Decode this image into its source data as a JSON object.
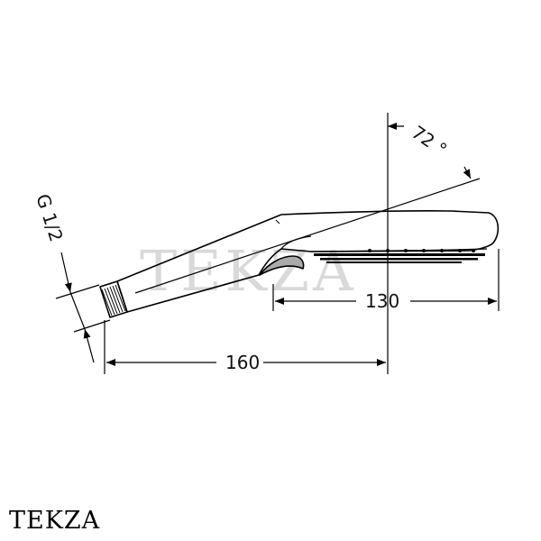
{
  "watermark_text": "TEKZA",
  "brand_text": "TEKZA",
  "dimensions": {
    "thread": "G 1/2",
    "angle": "72 °",
    "head_length": "130",
    "total_length": "160"
  }
}
